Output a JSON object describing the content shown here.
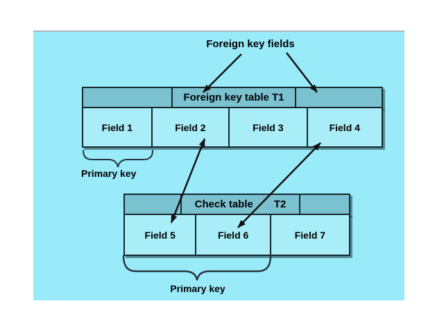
{
  "diagram": {
    "title": "Foreign key fields",
    "t1": {
      "header_title": "Foreign key table T1",
      "fields": [
        "Field 1",
        "Field 2",
        "Field 3",
        "Field 4"
      ],
      "primary_key_label": "Primary key"
    },
    "t2": {
      "header_title": "Check table",
      "header_suffix": "T2",
      "fields": [
        "Field 5",
        "Field 6",
        "Field 7"
      ],
      "primary_key_label": "Primary key"
    },
    "relations": [
      "Field 2 - Field 5",
      "Field 4 - Field 6"
    ],
    "colors": {
      "panel_background": "#99ebfa",
      "table_header_fill": "#7bc2d0",
      "table_cell_fill": "#a9edf8",
      "border": "#15262c",
      "arrow": "#111111"
    }
  }
}
